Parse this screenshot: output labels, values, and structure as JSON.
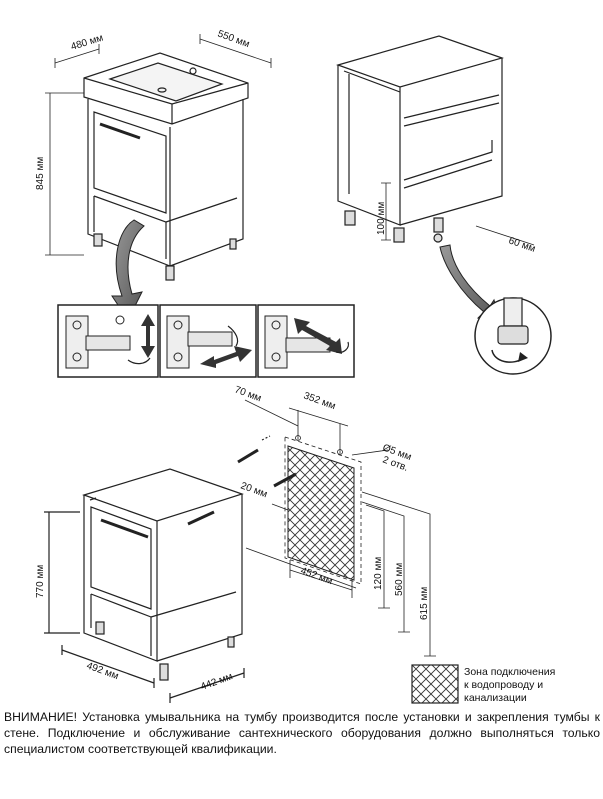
{
  "dimensions": {
    "top_depth": "480 мм",
    "top_width": "550 мм",
    "height_total": "845 мм",
    "leg_height": "100 мм",
    "leg_offset": "60 мм",
    "hole_offset": "70 мм",
    "hole_spacing": "352 мм",
    "hole_diameter": "Ø5 мм",
    "hole_count": "2 отв.",
    "screw_depth": "20 мм",
    "zone_width": "452 мм",
    "zone_bottom": "120 мм",
    "zone_top": "560 мм",
    "zone_total": "615 мм",
    "cabinet_height": "770 мм",
    "cabinet_depth": "492 мм",
    "cabinet_width": "442 мм"
  },
  "legend": {
    "lines": [
      "Зона подключения",
      "к водопроводу и",
      "канализации"
    ]
  },
  "notice": {
    "text": "ВНИМАНИЕ! Установка умывальника на тумбу производится после установки и закрепления тумбы к стене. Подключение и обслуживание сантехнического оборудования должно выполняться только специалистом соответствующей квалификации."
  }
}
